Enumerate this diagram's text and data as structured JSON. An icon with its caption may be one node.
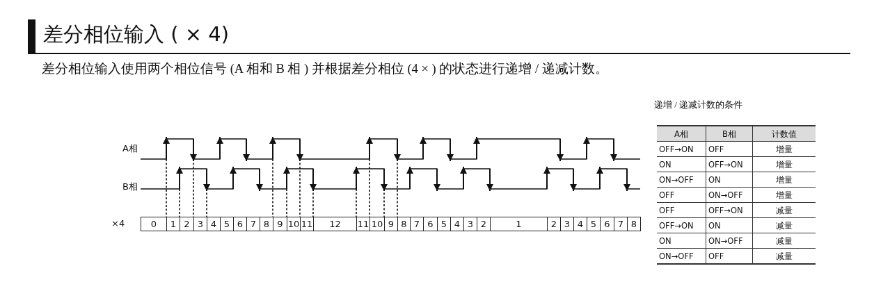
{
  "diagram": {
    "title": "差分相位输入 ( × 4)",
    "labels": [
      "差分相位输入使用两个相位信号 (A 相和 B 相 ) 并根据差分相位 (4 × ) 的状态进行递增 / 递减计数。",
      "A相",
      "B相",
      "×4",
      "0",
      "1",
      "2",
      "3",
      "4",
      "5",
      "6",
      "7",
      "8",
      "9",
      "10",
      "11",
      "12",
      "11",
      "10",
      "9",
      "8",
      "7",
      "6",
      "5",
      "4",
      "3",
      "2",
      "1",
      "2",
      "3",
      "4",
      "5",
      "6",
      "7",
      "8",
      "递增 / 递减计数的条件",
      "A相",
      "B相",
      "计数值",
      "OFF→ON",
      "OFF",
      "增量",
      "ON",
      "OFF→ON",
      "增量",
      "ON→OFF",
      "ON",
      "增量",
      "OFF",
      "ON→OFF",
      "增量",
      "OFF",
      "OFF→ON",
      "减量",
      "OFF→ON",
      "ON",
      "减量",
      "ON",
      "ON→OFF",
      "减量",
      "ON→OFF",
      "OFF",
      "减量"
    ]
  }
}
